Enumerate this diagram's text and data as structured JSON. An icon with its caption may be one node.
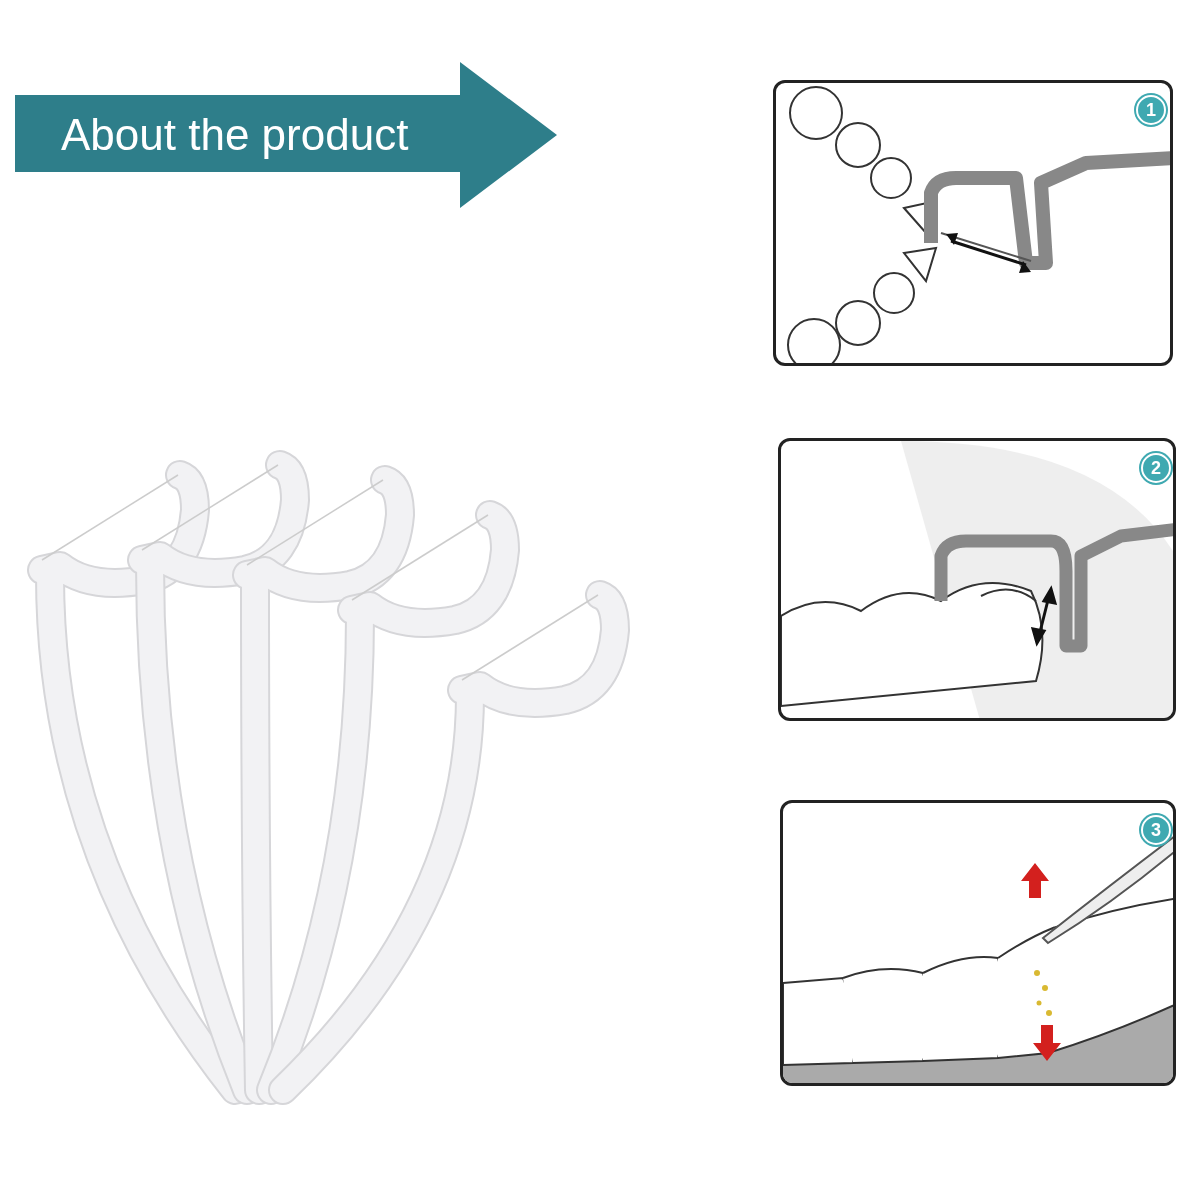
{
  "diagram": {
    "nodes": [
      {
        "text": [
          "About the product"
        ]
      },
      {
        "text": [],
        "shape": "picture"
      },
      {
        "text": [
          "1"
        ],
        "in": 1
      },
      {
        "text": [],
        "shape": "picture"
      },
      {
        "text": [
          "2"
        ],
        "in": 3
      },
      {
        "text": [],
        "shape": "picture"
      },
      {
        "text": [
          "3"
        ],
        "in": 5
      }
    ]
  }
}
